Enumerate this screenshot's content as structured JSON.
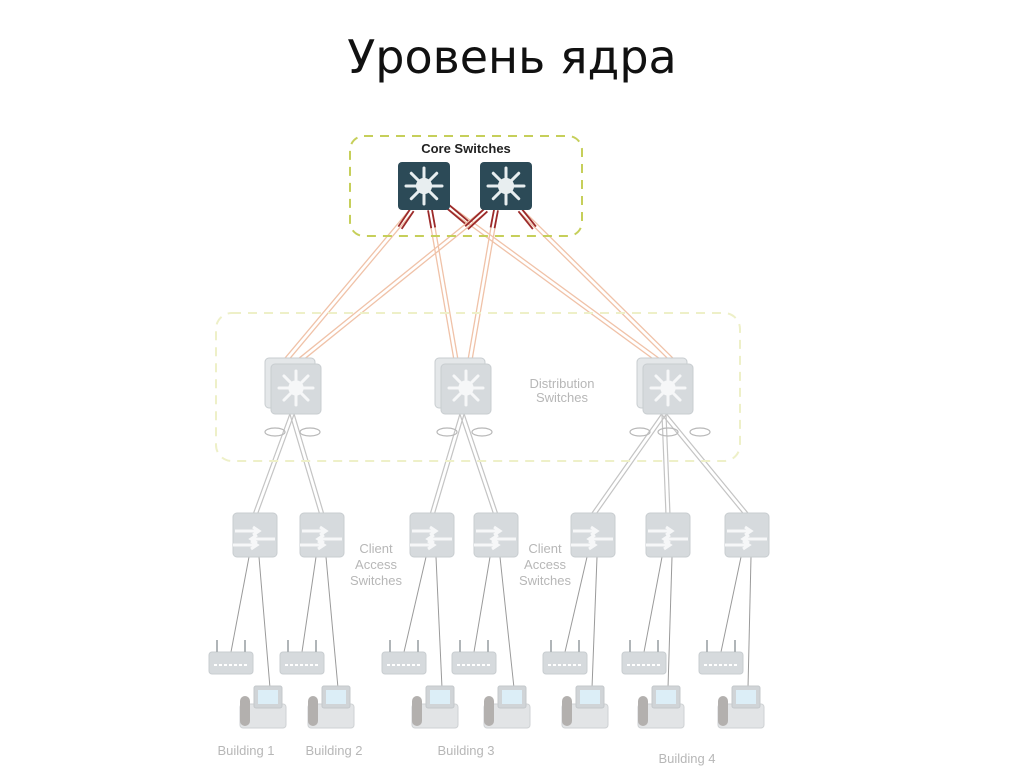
{
  "slide": {
    "title": "Уровень ядра"
  },
  "diagram": {
    "groups": {
      "core": {
        "label": "Core Switches"
      },
      "distribution": {
        "label_line1": "Distribution",
        "label_line2": "Switches"
      }
    },
    "access_labels": [
      {
        "line1": "Client",
        "line2": "Access",
        "line3": "Switches"
      },
      {
        "line1": "Client",
        "line2": "Access",
        "line3": "Switches"
      }
    ],
    "buildings": [
      "Building 1",
      "Building 2",
      "Building 3",
      "Building 4"
    ],
    "colors": {
      "core_switch": "#2c4a57",
      "core_link": "#9c2a2a",
      "uplink": "#f0c2a8",
      "faded_device": "#d6dadd",
      "group_border": "#c6cf5a"
    },
    "nodes": {
      "core": [
        "core-1",
        "core-2"
      ],
      "distribution": [
        "dist-1",
        "dist-2",
        "dist-3"
      ],
      "access": [
        "acc-1",
        "acc-2",
        "acc-3",
        "acc-4",
        "acc-5",
        "acc-6",
        "acc-7"
      ],
      "access_points": 7,
      "phones": 7
    }
  }
}
